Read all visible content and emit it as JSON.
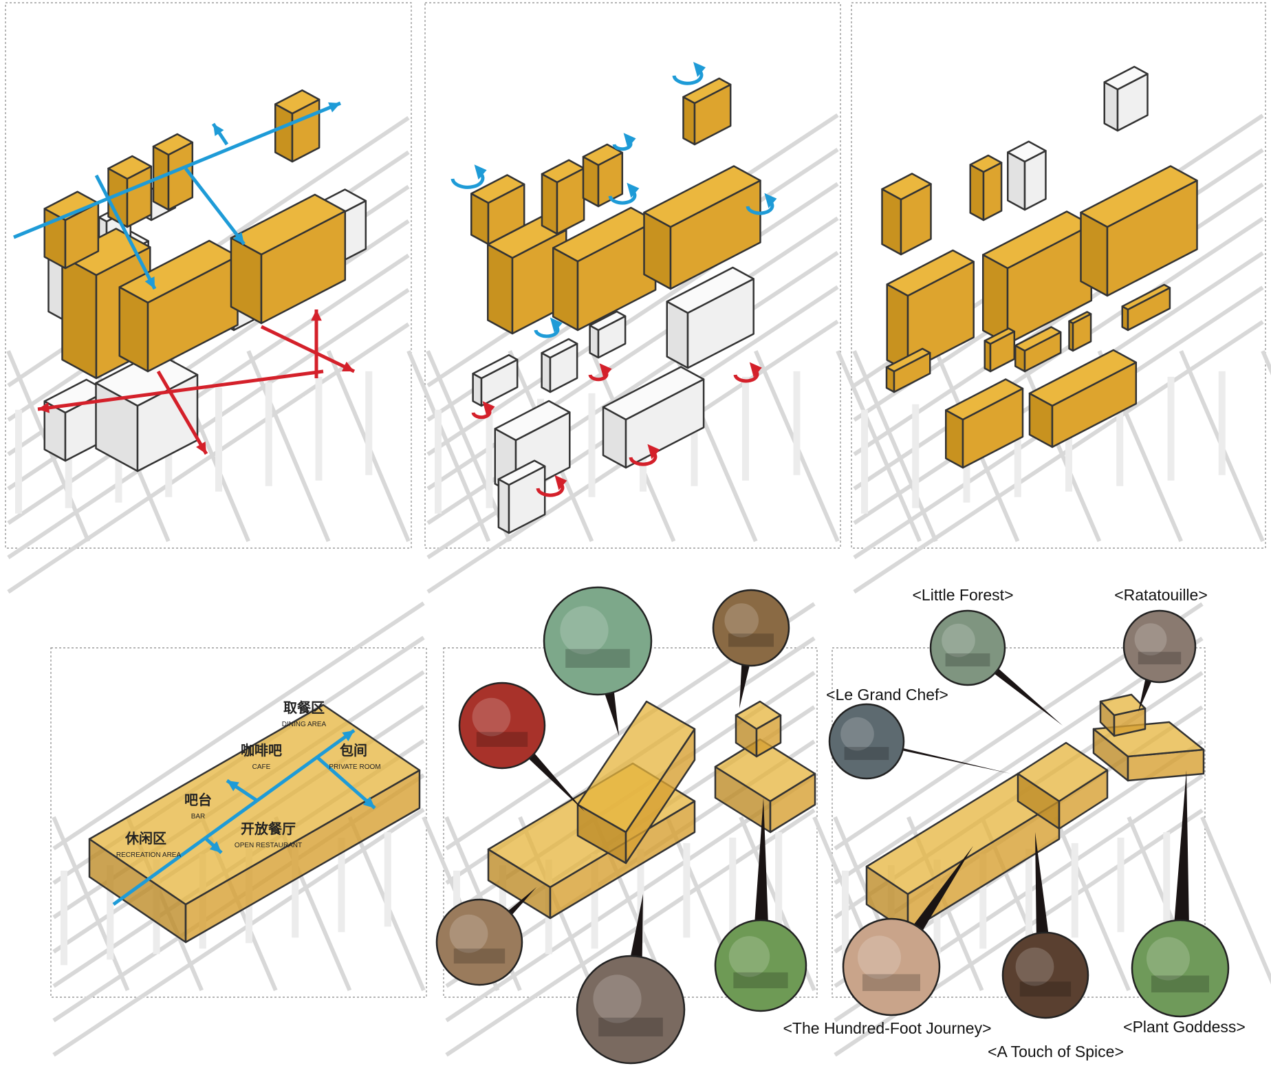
{
  "colors": {
    "gold_top": "#EBB73E",
    "gold_left": "#C8921F",
    "gold_right": "#DDA42E",
    "blue_arrow": "#1E9BD7",
    "red_arrow": "#D4202A",
    "frame": "#888888"
  },
  "panels": [
    {
      "name": "massing-circulation"
    },
    {
      "name": "massing-rotation"
    },
    {
      "name": "massing-openings"
    },
    {
      "name": "zoning-plan"
    },
    {
      "name": "reference-images"
    },
    {
      "name": "film-references"
    }
  ],
  "zones": [
    {
      "zh": "取餐区",
      "en": "DINING AREA"
    },
    {
      "zh": "咖啡吧",
      "en": "CAFE"
    },
    {
      "zh": "包间",
      "en": "PRIVATE ROOM"
    },
    {
      "zh": "吧台",
      "en": "BAR"
    },
    {
      "zh": "休闲区",
      "en": "RECREATION AREA"
    },
    {
      "zh": "开放餐厅",
      "en": "OPEN RESTAURANT"
    }
  ],
  "films": [
    "<Little Forest>",
    "<Ratatouille>",
    "<Le Grand Chef>",
    "<The Hundred-Foot Journey>",
    "<Plant Goddess>",
    "<A Touch of Spice>"
  ]
}
